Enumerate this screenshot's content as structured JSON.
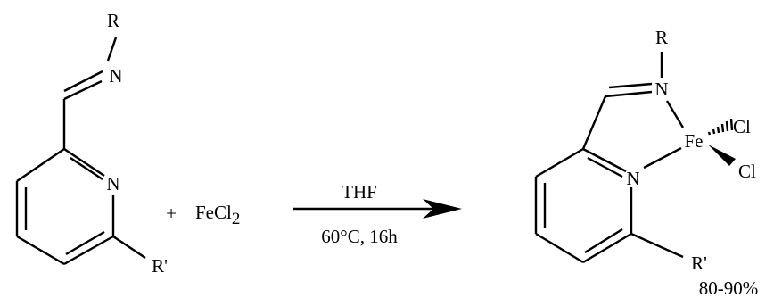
{
  "reactant": {
    "substituent_r": "R",
    "imine_n": "N",
    "pyridine_n": "N",
    "substituent_r_prime": "R'"
  },
  "plus_sign": "+",
  "reagent": {
    "base": "FeCl",
    "subscript": "2"
  },
  "conditions": {
    "above_arrow": "THF",
    "below_arrow": "60°C, 16h"
  },
  "product": {
    "substituent_r": "R",
    "imine_n": "N",
    "metal": "Fe",
    "chloride_1": "Cl",
    "chloride_2": "Cl",
    "pyridine_n": "N",
    "substituent_r_prime": "R'"
  },
  "yield": "80-90%",
  "colors": {
    "ink": "#000000",
    "background": "#ffffff"
  }
}
